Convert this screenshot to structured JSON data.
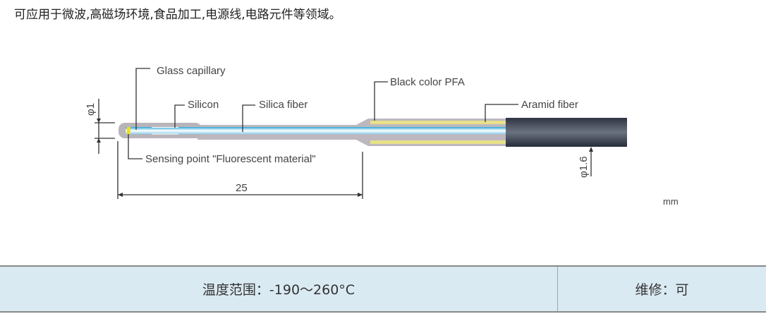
{
  "intro_text": "可应用于微波,高磁场环境,食品加工,电源线,电路元件等领域。",
  "diagram": {
    "labels": {
      "glass_capillary": "Glass capillary",
      "silicon": "Silicon",
      "silica_fiber": "Silica fiber",
      "black_pfa": "Black color PFA",
      "aramid_fiber": "Aramid fiber",
      "sensing_point": "Sensing point \"Fluorescent material\""
    },
    "dimensions": {
      "tip_diameter": "φ1",
      "length": "25",
      "cable_diameter": "φ1.6",
      "unit": "mm"
    },
    "colors": {
      "capillary": "#b8b4ba",
      "fiber": "#2fa8d8",
      "aramid": "#e8e08a",
      "cable": "#39404e",
      "sensing": "#f0e020"
    }
  },
  "spec_table": {
    "temperature_range": "温度范围：-190～260°C",
    "maintenance": "维修：可"
  }
}
